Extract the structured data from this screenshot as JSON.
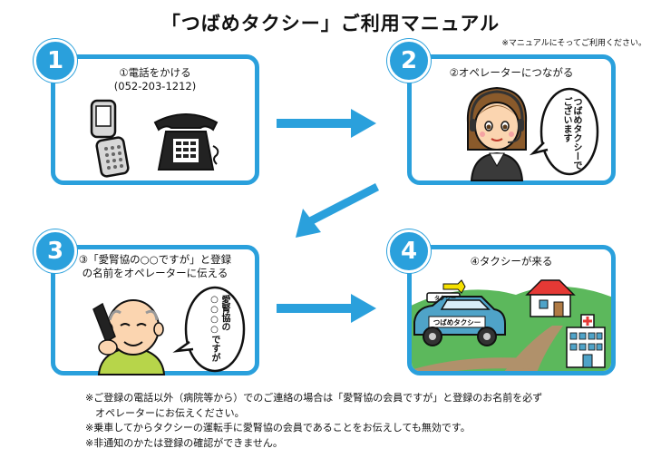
{
  "title": "「つばめタクシー」ご利用マニュアル",
  "subnote": "※マニュアルにそってご利用ください。",
  "steps": [
    {
      "number": "1",
      "caption": "①電話をかける",
      "phone": "(052-203-1212)"
    },
    {
      "number": "2",
      "caption": "②オペレーターにつながる",
      "bubble": "つばめタクシーでございます"
    },
    {
      "number": "3",
      "caption_line1": "③「愛腎協の○○ですが」と登録",
      "caption_line2": "の名前をオペレーターに伝える",
      "bubble": "愛腎協の○○○○ですが"
    },
    {
      "number": "4",
      "caption": "④タクシーが来る",
      "roof_sign": "タクシー",
      "car_text": "つばめタクシー"
    }
  ],
  "notes": [
    "※ご登録の電話以外（病院等から）でのご連絡の場合は「愛腎協の会員ですが」と登録のお名前を必ず",
    "　オペレーターにお伝えください。",
    "※乗車してからタクシーの運転手に愛腎協の会員であることをお伝えしても無効です。",
    "※非通知のかたは登録の確認ができません。"
  ],
  "colors": {
    "accent": "#2aa0dc",
    "grass": "#5cb85c",
    "road": "#b0916b",
    "car": "#4fa3c8",
    "hospital_cross": "#e53935",
    "roof": "#e53935"
  }
}
